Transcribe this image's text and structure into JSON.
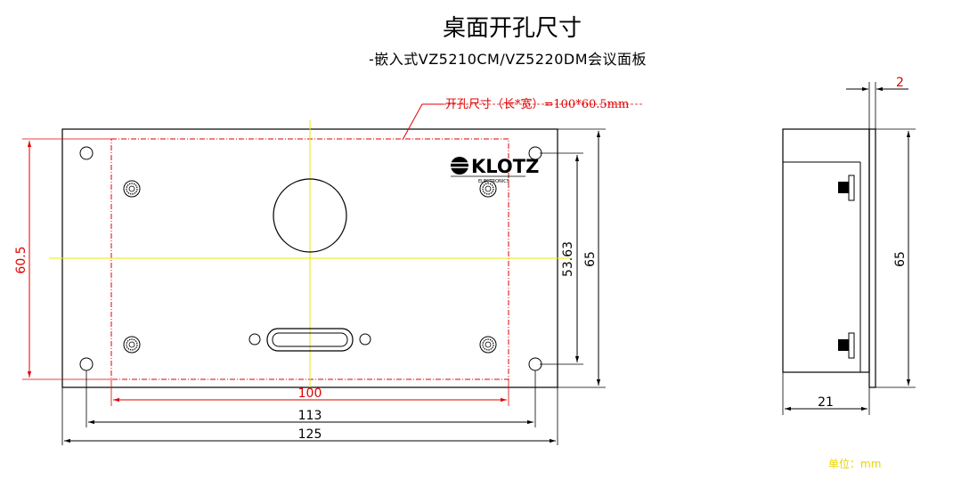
{
  "drawing": {
    "title": "桌面开孔尺寸",
    "subtitle": "-嵌入式VZ5210CM/VZ5220DM会议面板",
    "cutout_note": "开孔尺寸（长*宽）=100*60.5mm",
    "unit_label": "单位：mm",
    "brand": {
      "name": "KLOTZ",
      "tagline": "ELECTRONICS"
    },
    "front_view": {
      "dim_height_cutout": "60.5",
      "dim_hole_spacing_v": "53.63",
      "dim_height_panel": "65",
      "dim_width_cutout": "100",
      "dim_hole_spacing_h": "113",
      "dim_width_panel": "125"
    },
    "side_view": {
      "dim_height": "65",
      "dim_depth": "21",
      "dim_flange": "2"
    }
  },
  "colors": {
    "line": "#000000",
    "cutout": "#e00000",
    "centerline": "#e8e800",
    "unit": "#e8d600"
  }
}
